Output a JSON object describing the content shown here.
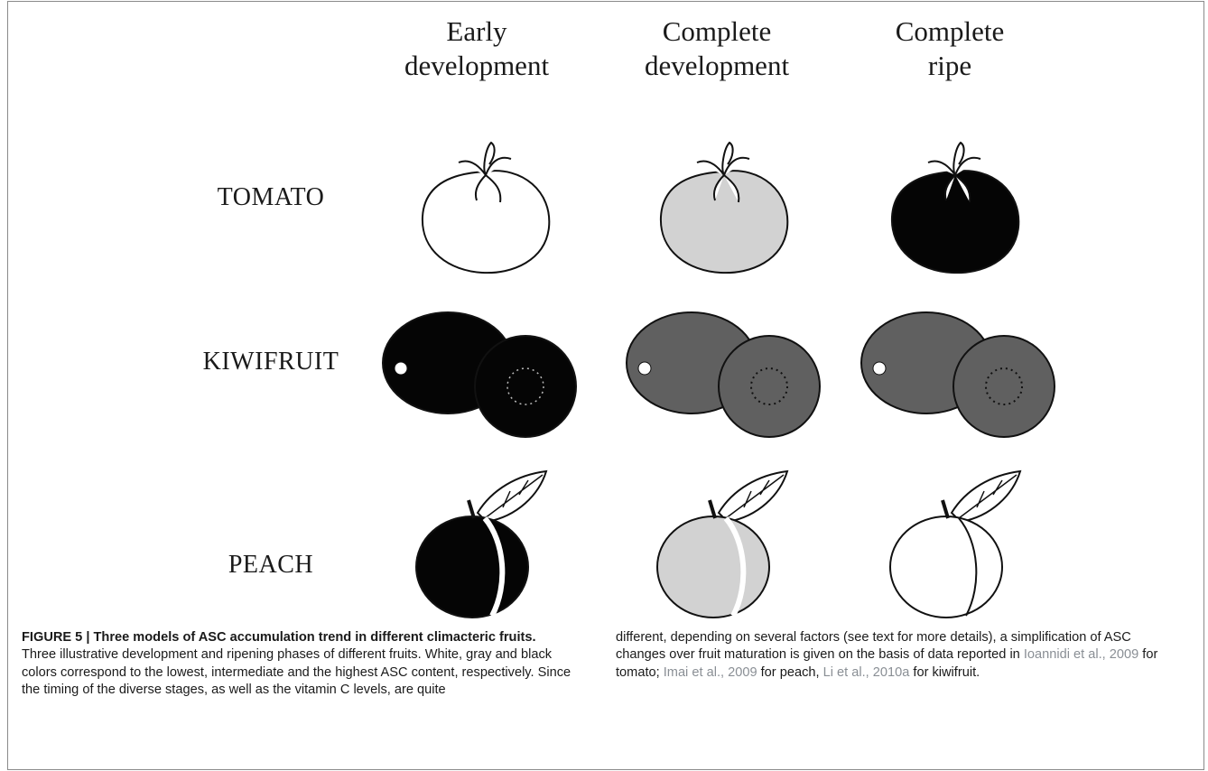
{
  "figure": {
    "columns": [
      {
        "line1": "Early",
        "line2": "development"
      },
      {
        "line1": "Complete",
        "line2": "development"
      },
      {
        "line1": "Complete",
        "line2": "ripe"
      }
    ],
    "rows": [
      {
        "label": "TOMATO",
        "fills": [
          "#ffffff",
          "#d2d2d2",
          "#050505"
        ]
      },
      {
        "label": "KIWIFRUIT",
        "fills": [
          "#050505",
          "#606060",
          "#606060"
        ]
      },
      {
        "label": "PEACH",
        "fills": [
          "#050505",
          "#d2d2d2",
          "#ffffff"
        ]
      }
    ],
    "colors": {
      "white": "#ffffff",
      "gray": "#d2d2d2",
      "kiwi_gray": "#606060",
      "black": "#050505",
      "reference_link": "#8a8f95"
    }
  },
  "caption": {
    "label": "FIGURE 5 | Three models of ASC accumulation trend in different climacteric fruits.",
    "text_1": " Three illustrative development and ripening phases of different fruits. White, gray and black colors correspond to the lowest, intermediate and the highest ASC content, respectively. Since the timing of the diverse stages, as well as the vitamin C levels, are quite different, depending on several factors (see text for more details), a simplification of ASC changes over fruit maturation is given on the basis of data reported in ",
    "ref_1": "Ioannidi et al., 2009",
    "text_2": " for tomato; ",
    "ref_2": "Imai et al., 2009",
    "text_3": " for peach, ",
    "ref_3": "Li et al., 2010a",
    "text_4": " for kiwifruit."
  }
}
